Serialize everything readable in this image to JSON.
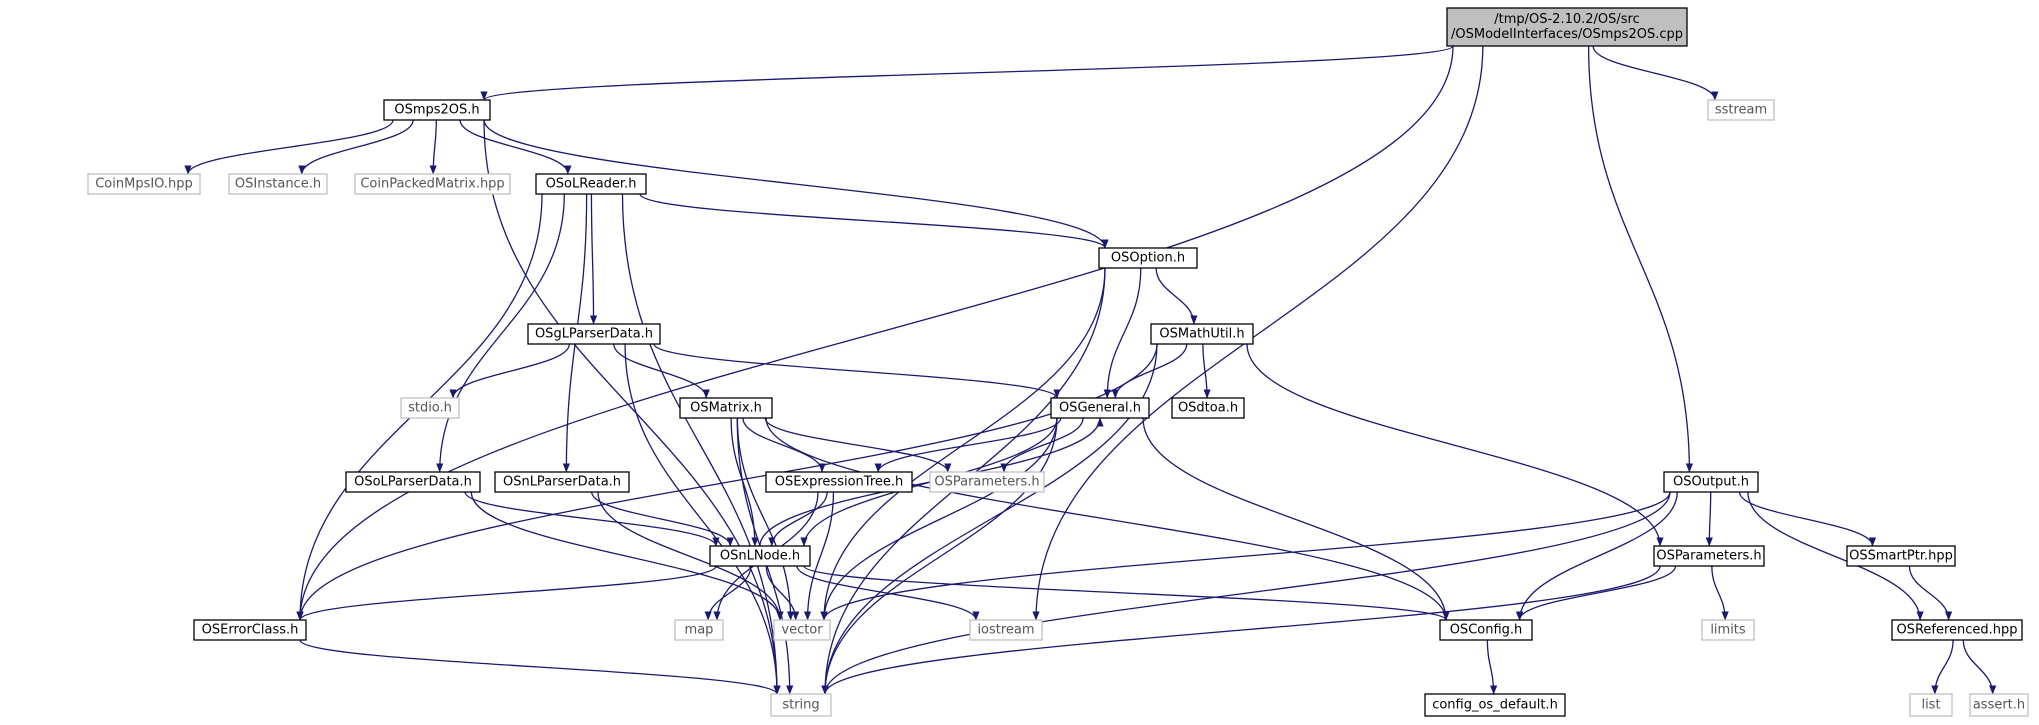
{
  "colors": {
    "edge": "#191970",
    "node_border": "#000000",
    "external_border": "#bfbfbf",
    "root_fill": "#bfbfbf",
    "text": "#000000",
    "external_text": "#555555"
  },
  "nodes": [
    {
      "id": "root",
      "lines": [
        "/tmp/OS-2.10.2/OS/src",
        "/OSModelInterfaces/OSmps2OS.cpp"
      ],
      "kind": "root"
    },
    {
      "id": "smps2os",
      "lines": [
        "OSmps2OS.h"
      ],
      "kind": "internal"
    },
    {
      "id": "sstream",
      "lines": [
        "sstream"
      ],
      "kind": "external"
    },
    {
      "id": "coinmpsio",
      "lines": [
        "CoinMpsIO.hpp"
      ],
      "kind": "external"
    },
    {
      "id": "osinstance",
      "lines": [
        "OSInstance.h"
      ],
      "kind": "external"
    },
    {
      "id": "coinpacked",
      "lines": [
        "CoinPackedMatrix.hpp"
      ],
      "kind": "external"
    },
    {
      "id": "osolreader",
      "lines": [
        "OSoLReader.h"
      ],
      "kind": "internal"
    },
    {
      "id": "osoption",
      "lines": [
        "OSOption.h"
      ],
      "kind": "internal"
    },
    {
      "id": "osglparser",
      "lines": [
        "OSgLParserData.h"
      ],
      "kind": "internal"
    },
    {
      "id": "osmathutil",
      "lines": [
        "OSMathUtil.h"
      ],
      "kind": "internal"
    },
    {
      "id": "stdio",
      "lines": [
        "stdio.h"
      ],
      "kind": "external"
    },
    {
      "id": "osmatrix",
      "lines": [
        "OSMatrix.h"
      ],
      "kind": "internal"
    },
    {
      "id": "osgeneral",
      "lines": [
        "OSGeneral.h"
      ],
      "kind": "internal"
    },
    {
      "id": "osdtoa",
      "lines": [
        "OSdtoa.h"
      ],
      "kind": "internal"
    },
    {
      "id": "osolparser",
      "lines": [
        "OSoLParserData.h"
      ],
      "kind": "internal"
    },
    {
      "id": "osnlparser",
      "lines": [
        "OSnLParserData.h"
      ],
      "kind": "internal"
    },
    {
      "id": "osexprtree",
      "lines": [
        "OSExpressionTree.h"
      ],
      "kind": "internal"
    },
    {
      "id": "osparamsext",
      "lines": [
        "OSParameters.h"
      ],
      "kind": "external"
    },
    {
      "id": "osoutput",
      "lines": [
        "OSOutput.h"
      ],
      "kind": "internal"
    },
    {
      "id": "osnlnode",
      "lines": [
        "OSnLNode.h"
      ],
      "kind": "internal"
    },
    {
      "id": "osparams",
      "lines": [
        "OSParameters.h"
      ],
      "kind": "internal"
    },
    {
      "id": "ossmartptr",
      "lines": [
        "OSSmartPtr.hpp"
      ],
      "kind": "internal"
    },
    {
      "id": "oserrorclass",
      "lines": [
        "OSErrorClass.h"
      ],
      "kind": "internal"
    },
    {
      "id": "map",
      "lines": [
        "map"
      ],
      "kind": "external"
    },
    {
      "id": "vector",
      "lines": [
        "vector"
      ],
      "kind": "external"
    },
    {
      "id": "iostream",
      "lines": [
        "iostream"
      ],
      "kind": "external"
    },
    {
      "id": "osconfig",
      "lines": [
        "OSConfig.h"
      ],
      "kind": "internal"
    },
    {
      "id": "limits",
      "lines": [
        "limits"
      ],
      "kind": "external"
    },
    {
      "id": "osreferenced",
      "lines": [
        "OSReferenced.hpp"
      ],
      "kind": "internal"
    },
    {
      "id": "string",
      "lines": [
        "string"
      ],
      "kind": "external"
    },
    {
      "id": "configdefault",
      "lines": [
        "config_os_default.h"
      ],
      "kind": "internal"
    },
    {
      "id": "list",
      "lines": [
        "list"
      ],
      "kind": "external"
    },
    {
      "id": "assert",
      "lines": [
        "assert.h"
      ],
      "kind": "external"
    }
  ],
  "edges": [
    [
      "root",
      "smps2os"
    ],
    [
      "root",
      "oserrorclass"
    ],
    [
      "root",
      "sstream"
    ],
    [
      "root",
      "osoutput"
    ],
    [
      "root",
      "iostream"
    ],
    [
      "smps2os",
      "coinmpsio"
    ],
    [
      "smps2os",
      "osinstance"
    ],
    [
      "smps2os",
      "coinpacked"
    ],
    [
      "smps2os",
      "osolreader"
    ],
    [
      "smps2os",
      "osoption"
    ],
    [
      "smps2os",
      "string"
    ],
    [
      "osolreader",
      "osoption"
    ],
    [
      "osolreader",
      "osglparser"
    ],
    [
      "osolreader",
      "osolparser"
    ],
    [
      "osolreader",
      "osnlparser"
    ],
    [
      "osolreader",
      "oserrorclass"
    ],
    [
      "osolreader",
      "string"
    ],
    [
      "osoption",
      "osmathutil"
    ],
    [
      "osoption",
      "osgeneral"
    ],
    [
      "osoption",
      "vector"
    ],
    [
      "osoption",
      "string"
    ],
    [
      "osglparser",
      "stdio"
    ],
    [
      "osglparser",
      "osmatrix"
    ],
    [
      "osglparser",
      "osgeneral"
    ],
    [
      "osglparser",
      "string"
    ],
    [
      "osmathutil",
      "osgeneral"
    ],
    [
      "osmathutil",
      "osdtoa"
    ],
    [
      "osmathutil",
      "osparams"
    ],
    [
      "osmathutil",
      "oserrorclass"
    ],
    [
      "osmathutil",
      "string"
    ],
    [
      "osmatrix",
      "osexprtree"
    ],
    [
      "osmatrix",
      "osparamsext"
    ],
    [
      "osmatrix",
      "osnlnode"
    ],
    [
      "osmatrix",
      "vector"
    ],
    [
      "osmatrix",
      "osconfig"
    ],
    [
      "osmatrix",
      "string"
    ],
    [
      "osgeneral",
      "osexprtree"
    ],
    [
      "osgeneral",
      "osparamsext"
    ],
    [
      "osgeneral",
      "osnlnode"
    ],
    [
      "osgeneral",
      "vector"
    ],
    [
      "osgeneral",
      "osconfig"
    ],
    [
      "osgeneral",
      "string"
    ],
    [
      "osolparser",
      "osnlnode"
    ],
    [
      "osolparser",
      "vector"
    ],
    [
      "osnlparser",
      "osnlnode"
    ],
    [
      "osnlparser",
      "vector"
    ],
    [
      "osexprtree",
      "osnlnode"
    ],
    [
      "osexprtree",
      "map"
    ],
    [
      "osexprtree",
      "vector"
    ],
    [
      "osnlnode",
      "osgeneral"
    ],
    [
      "osnlnode",
      "oserrorclass"
    ],
    [
      "osnlnode",
      "map"
    ],
    [
      "osnlnode",
      "vector"
    ],
    [
      "osnlnode",
      "iostream"
    ],
    [
      "osnlnode",
      "osconfig"
    ],
    [
      "osoutput",
      "vector"
    ],
    [
      "osoutput",
      "osparams"
    ],
    [
      "osoutput",
      "osconfig"
    ],
    [
      "osoutput",
      "ossmartptr"
    ],
    [
      "osoutput",
      "osreferenced"
    ],
    [
      "osoutput",
      "string"
    ],
    [
      "osparams",
      "osconfig"
    ],
    [
      "osparams",
      "limits"
    ],
    [
      "osparams",
      "string"
    ],
    [
      "ossmartptr",
      "osreferenced"
    ],
    [
      "osreferenced",
      "list"
    ],
    [
      "osreferenced",
      "assert"
    ],
    [
      "oserrorclass",
      "string"
    ],
    [
      "osconfig",
      "configdefault"
    ]
  ]
}
